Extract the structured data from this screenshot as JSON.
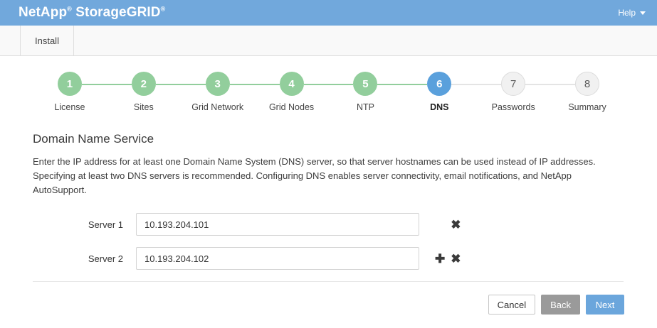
{
  "header": {
    "brand_part1": "NetApp",
    "brand_reg1": "®",
    "brand_part2": "StorageGRID",
    "brand_reg2": "®",
    "help_label": "Help",
    "help_caret_icon": "chevron-down-icon",
    "background_color": "#71A8DC"
  },
  "tabs": [
    {
      "label": "Install",
      "active": true
    }
  ],
  "stepper": {
    "active_color": "#5AA0DC",
    "complete_color": "#92CE9C",
    "pending_color": "#F1F1F1",
    "steps": [
      {
        "number": "1",
        "label": "License",
        "state": "complete"
      },
      {
        "number": "2",
        "label": "Sites",
        "state": "complete"
      },
      {
        "number": "3",
        "label": "Grid Network",
        "state": "complete"
      },
      {
        "number": "4",
        "label": "Grid Nodes",
        "state": "complete"
      },
      {
        "number": "5",
        "label": "NTP",
        "state": "complete"
      },
      {
        "number": "6",
        "label": "DNS",
        "state": "current"
      },
      {
        "number": "7",
        "label": "Passwords",
        "state": "pending"
      },
      {
        "number": "8",
        "label": "Summary",
        "state": "pending"
      }
    ]
  },
  "main": {
    "title": "Domain Name Service",
    "description": "Enter the IP address for at least one Domain Name System (DNS) server, so that server hostnames can be used instead of IP addresses. Specifying at least two DNS servers is recommended. Configuring DNS enables server connectivity, email notifications, and NetApp AutoSupport.",
    "servers": [
      {
        "label": "Server 1",
        "value": "10.193.204.101",
        "placeholder": "",
        "has_add": false,
        "has_remove": true
      },
      {
        "label": "Server 2",
        "value": "10.193.204.102",
        "placeholder": "",
        "has_add": true,
        "has_remove": true
      }
    ],
    "add_icon": "✚",
    "remove_icon": "✖"
  },
  "footer": {
    "cancel_label": "Cancel",
    "back_label": "Back",
    "next_label": "Next"
  }
}
